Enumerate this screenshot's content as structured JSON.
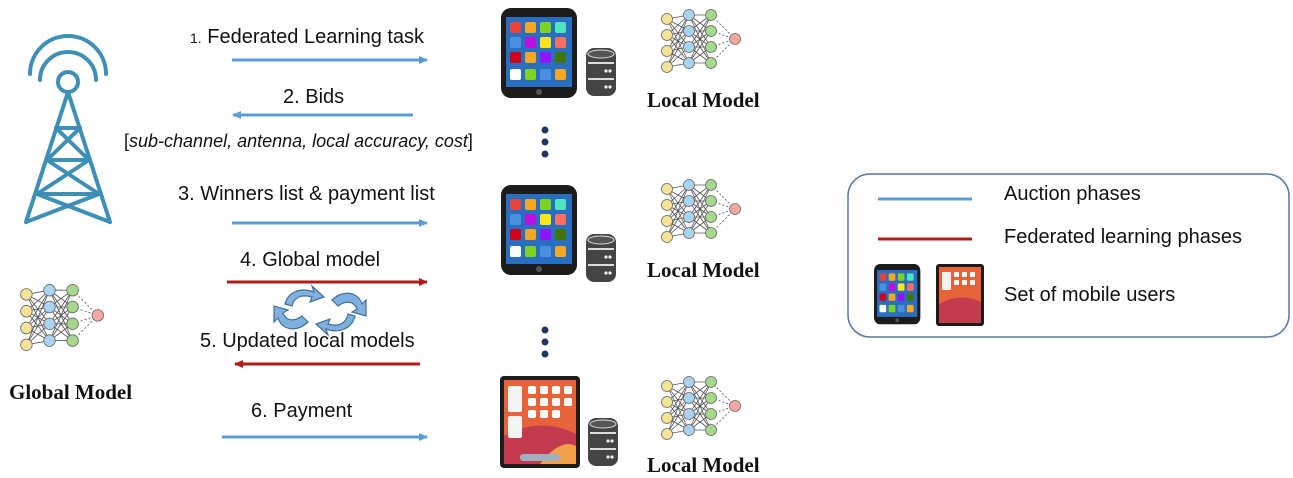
{
  "steps": {
    "s1_num": "1.",
    "s1_text": "Federated Learning task",
    "s2": "2. Bids",
    "bids_open": "[",
    "bids_params": "sub-channel, antenna, local accuracy, cost",
    "bids_close": "]",
    "s3": "3. Winners list & payment list",
    "s4": "4. Global model",
    "s5": "5. Updated local models",
    "s6": "6. Payment"
  },
  "models": {
    "local": "Local Model",
    "global": "Global Model"
  },
  "legend": {
    "auction": "Auction phases",
    "federated": "Federated learning phases",
    "users": "Set of mobile users"
  },
  "colors": {
    "auction": "#5b9bd5",
    "federated": "#b01c1c",
    "tower": "#3d8fb8",
    "legend_border": "#5577aa"
  },
  "icons": [
    "tower-icon",
    "smartphone-icon",
    "tablet-icon",
    "database-icon",
    "neural-network-icon",
    "cycle-arrows-icon",
    "vertical-ellipsis-icon"
  ]
}
